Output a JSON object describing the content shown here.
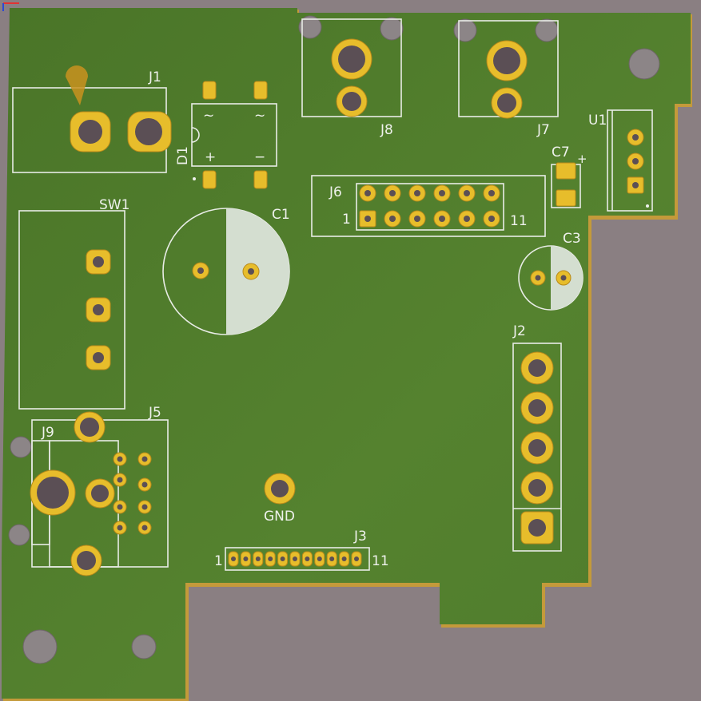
{
  "board": {
    "colors": {
      "soldermask": "#4d7a2a",
      "silkscreen": "#e8ece6",
      "copper_pad": "#e7bd2b",
      "background": "#8a7f82"
    }
  },
  "labels": {
    "J1": "J1",
    "J8": "J8",
    "J7": "J7",
    "U1": "U1",
    "D1": "D1",
    "C7": "C7",
    "J6": "J6",
    "SW1": "SW1",
    "C1": "C1",
    "C3": "C3",
    "J2": "J2",
    "J5": "J5",
    "J9": "J9",
    "GND": "GND",
    "J3": "J3",
    "J6_pin_first": "1",
    "J6_pin_last": "11",
    "J3_pin_first": "1",
    "J3_pin_last": "11",
    "D1_ac1": "~",
    "D1_ac2": "~",
    "D1_plus": "+",
    "D1_minus": "−",
    "C7_plus": "+"
  }
}
